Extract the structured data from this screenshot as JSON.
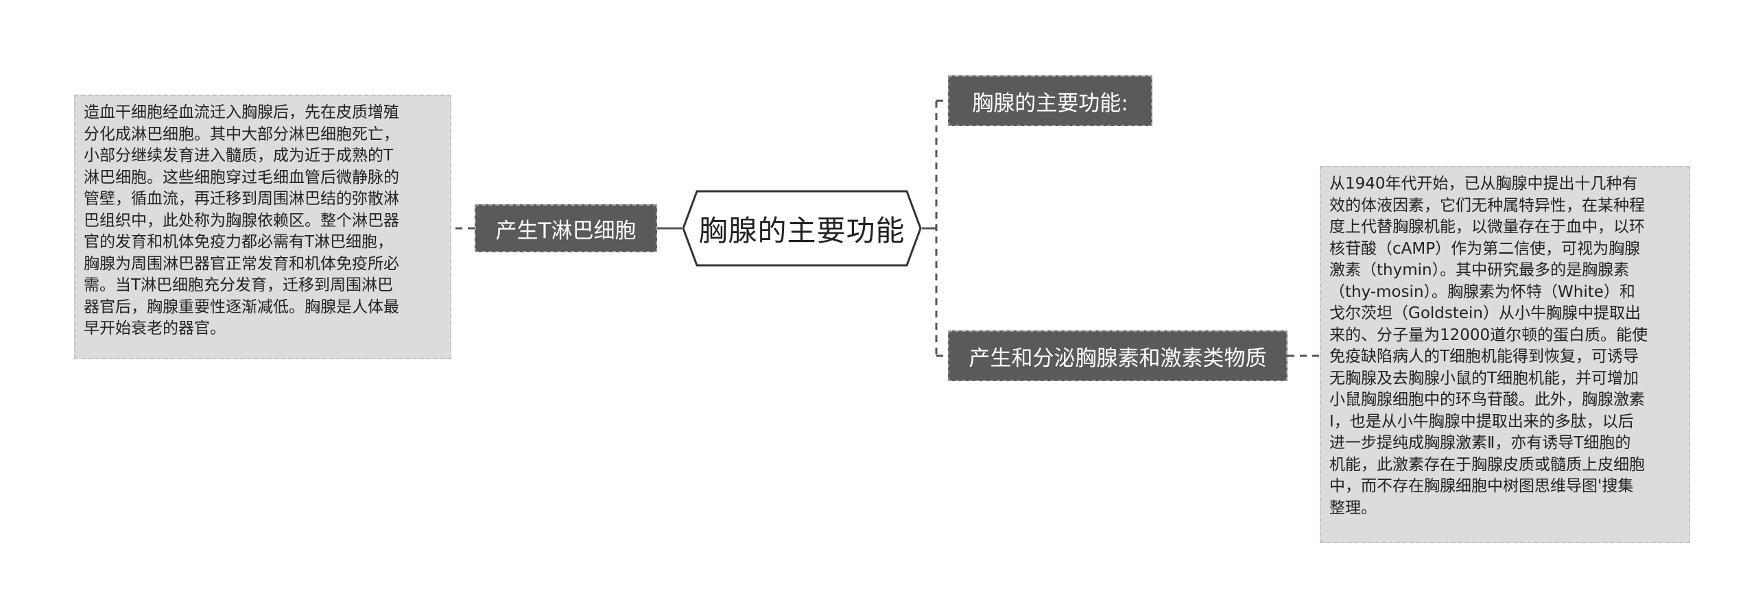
{
  "center": {
    "label": "胸腺的主要功能"
  },
  "branches": {
    "left": {
      "label": "产生T淋巴细胞"
    },
    "top_right": {
      "label": "胸腺的主要功能:"
    },
    "bottom_right": {
      "label": "产生和分泌胸腺素和激素类物质"
    }
  },
  "notes": {
    "left": {
      "lines": [
        "造血干细胞经血流迁入胸腺后，先在皮质增殖",
        "分化成淋巴细胞。其中大部分淋巴细胞死亡，",
        "小部分继续发育进入髓质，成为近于成熟的T",
        "淋巴细胞。这些细胞穿过毛细血管后微静脉的",
        "管壁，循血流，再迁移到周围淋巴结的弥散淋",
        "巴组织中，此处称为胸腺依赖区。整个淋巴器",
        "官的发育和机体免疫力都必需有T淋巴细胞，",
        "胸腺为周围淋巴器官正常发育和机体免疫所必",
        "需。当T淋巴细胞充分发育，迁移到周围淋巴",
        "器官后，胸腺重要性逐渐减低。胸腺是人体最",
        "早开始衰老的器官。"
      ]
    },
    "right": {
      "lines": [
        "从1940年代开始，已从胸腺中提出十几种有",
        "效的体液因素，它们无种属特异性，在某种程",
        "度上代替胸腺机能，以微量存在于血中，以环",
        "核苷酸（cAMP）作为第二信使，可视为胸腺",
        "激素（thymin）。其中研究最多的是胸腺素",
        "（thy-mosin）。胸腺素为怀特（White）和",
        "戈尔茨坦（Goldstein）从小牛胸腺中提取出",
        "来的、分子量为12000道尔顿的蛋白质。能使",
        "免疫缺陷病人的T细胞机能得到恢复，可诱导",
        "无胸腺及去胸腺小鼠的T细胞机能，并可增加",
        "小鼠胸腺细胞中的环鸟苷酸。此外，胸腺激素",
        "Ⅰ，也是从小牛胸腺中提取出来的多肽，以后",
        "进一步提纯成胸腺激素Ⅱ，亦有诱导T细胞的",
        "机能，此激素存在于胸腺皮质或髓质上皮细胞",
        "中，而不存在胸腺细胞中树图思维导图'搜集",
        "整理。"
      ]
    }
  },
  "colors": {
    "branch_fill": "#5a5a5a",
    "note_fill": "#dcdcdc",
    "connector": "#555555",
    "center_border": "#333333"
  }
}
